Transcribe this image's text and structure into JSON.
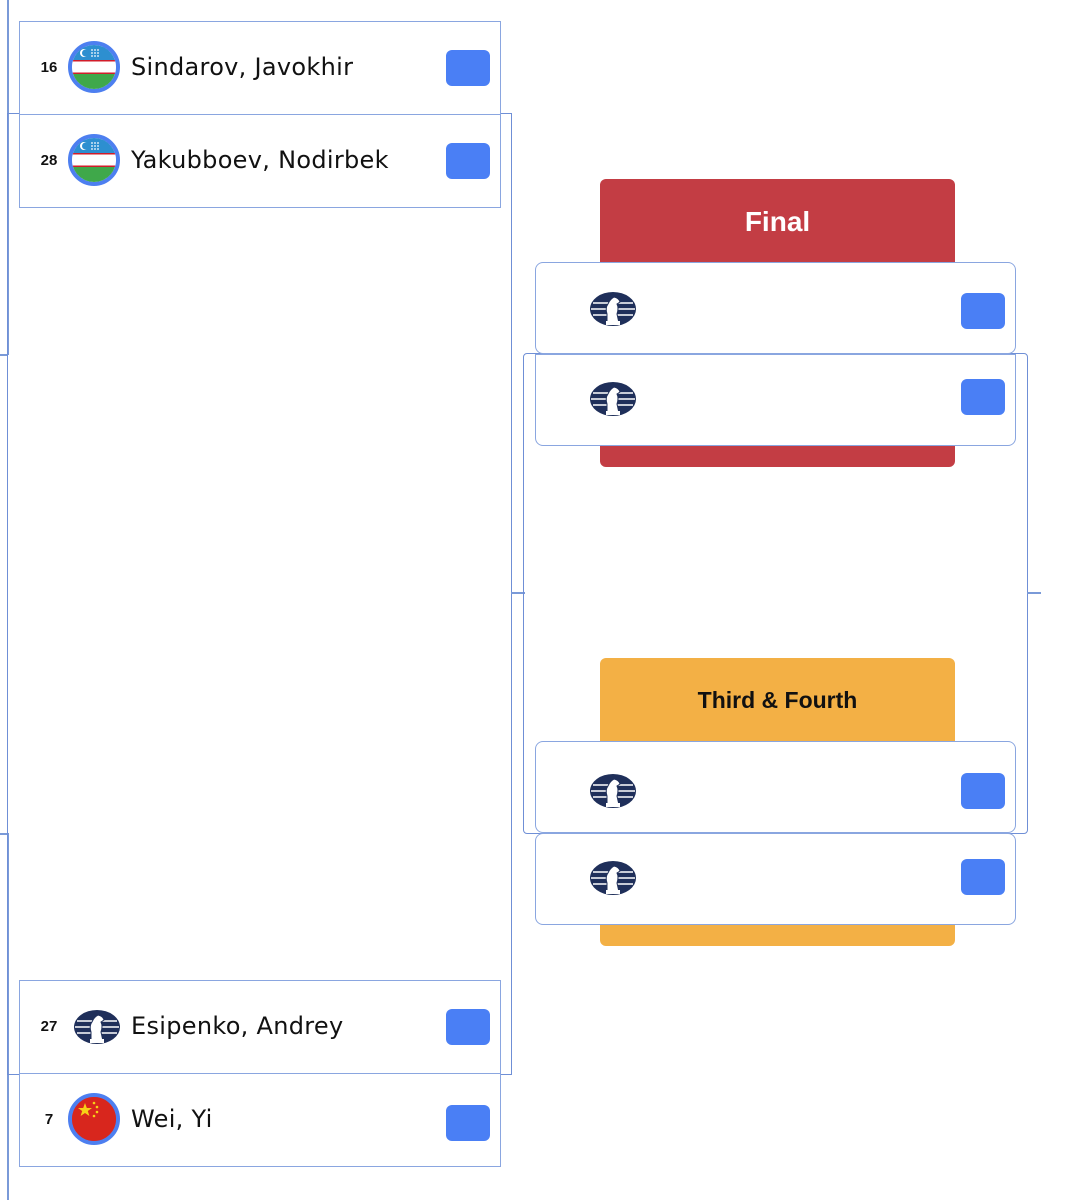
{
  "colors": {
    "accent": "#4a7ff5",
    "final_header": "#c33d44",
    "third_header": "#f3b045",
    "line": "#7a9ad8"
  },
  "top_players": [
    {
      "seed": "16",
      "name": "Sindarov, Javokhir",
      "flag": "uzbekistan-flag"
    },
    {
      "seed": "28",
      "name": "Yakubboev, Nodirbek",
      "flag": "uzbekistan-flag"
    }
  ],
  "bottom_players": [
    {
      "seed": "27",
      "name": "Esipenko, Andrey",
      "flag": "fide-logo"
    },
    {
      "seed": "7",
      "name": "Wei, Yi",
      "flag": "china-flag"
    }
  ],
  "final": {
    "title": "Final",
    "slots": [
      "fide-logo",
      "fide-logo"
    ]
  },
  "third_fourth": {
    "title": "Third & Fourth",
    "slots": [
      "fide-logo",
      "fide-logo"
    ]
  }
}
